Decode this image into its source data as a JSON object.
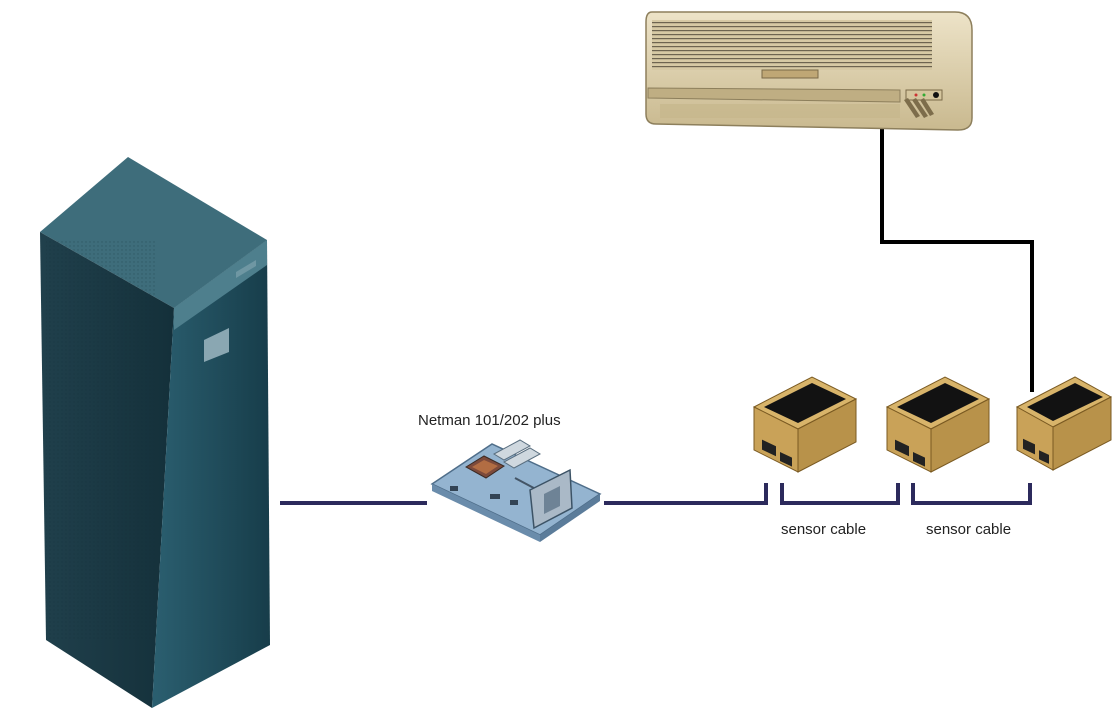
{
  "labels": {
    "netman": "Netman 101/202 plus",
    "sensor_cable_1": "sensor cable",
    "sensor_cable_2": "sensor cable"
  },
  "colors": {
    "cable": "#2c2a5c",
    "ac_line": "#000000",
    "ups_front": "#1f4a5a",
    "ups_side": "#17343f",
    "ups_top": "#3d6a78",
    "sensor_box": "#c9a55a",
    "sensor_top": "#111111",
    "board": "#8fb0cc"
  },
  "icons": {
    "ups": "ups-cabinet-icon",
    "netman": "netman-card-icon",
    "air_conditioner": "air-conditioner-icon",
    "sensor": "sensor-box-icon"
  }
}
